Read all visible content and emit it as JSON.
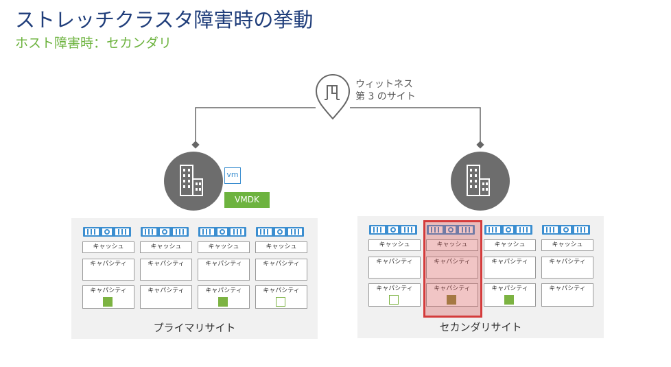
{
  "title": "ストレッチクラスタ障害時の挙動",
  "subtitle": "ホスト障害時：セカンダリ",
  "witness": {
    "line1": "ウィットネス",
    "line2": "第 3 のサイト"
  },
  "vm_badge": "vm",
  "vmdk_badge": "VMDK",
  "primary_site": {
    "label": "プライマリサイト",
    "hosts": [
      {
        "cache": "キャッシュ",
        "cap1": "キャパシティ",
        "cap2": "キャパシティ",
        "component": "filled"
      },
      {
        "cache": "キャッシュ",
        "cap1": "キャパシティ",
        "cap2": "キャパシティ",
        "component": "none"
      },
      {
        "cache": "キャッシュ",
        "cap1": "キャパシティ",
        "cap2": "キャパシティ",
        "component": "filled"
      },
      {
        "cache": "キャッシュ",
        "cap1": "キャパシティ",
        "cap2": "キャパシティ",
        "component": "outline"
      }
    ]
  },
  "secondary_site": {
    "label": "セカンダリサイト",
    "hosts": [
      {
        "cache": "キャッシュ",
        "cap1": "キャパシティ",
        "cap2": "キャパシティ",
        "component": "outline"
      },
      {
        "cache": "キャッシュ",
        "cap1": "キャパシティ",
        "cap2": "キャパシティ",
        "component": "dim",
        "failed": true
      },
      {
        "cache": "キャッシュ",
        "cap1": "キャパシティ",
        "cap2": "キャパシティ",
        "component": "filled"
      },
      {
        "cache": "キャッシュ",
        "cap1": "キャパシティ",
        "cap2": "キャパシティ",
        "component": "none"
      }
    ]
  },
  "colors": {
    "title": "#1f3d7a",
    "subtitle": "#6db33f",
    "server": "#3b8ed0",
    "component": "#7cb342",
    "failure": "#d43b3b"
  }
}
